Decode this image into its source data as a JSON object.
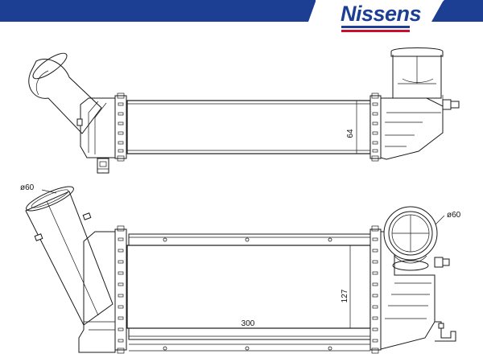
{
  "brand": {
    "name": "Nissens",
    "colors": {
      "banner": "#1c3f94",
      "stripe": "#c8102e"
    }
  },
  "dimensions": {
    "top_height": "64",
    "bottom_length": "300",
    "bottom_height": "127",
    "left_diameter": "ø60",
    "right_diameter": "ø60"
  }
}
